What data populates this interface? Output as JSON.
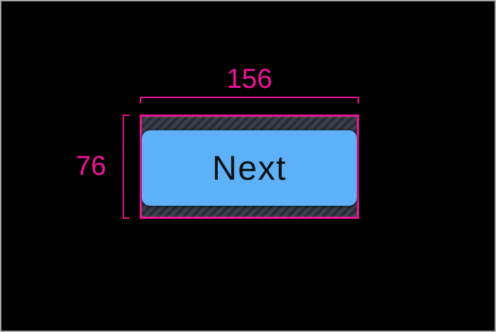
{
  "annotation": {
    "width_label": "156",
    "height_label": "76"
  },
  "button": {
    "label": "Next"
  },
  "theme": {
    "canvas_bg": "#000000",
    "frame_border": "#a8a8a8",
    "annotation_pink": "#f5109a",
    "button_blue": "#5db1f8",
    "button_text": "#101010",
    "hatch_base": "#394049",
    "hatch_stripe": "#272c33"
  }
}
